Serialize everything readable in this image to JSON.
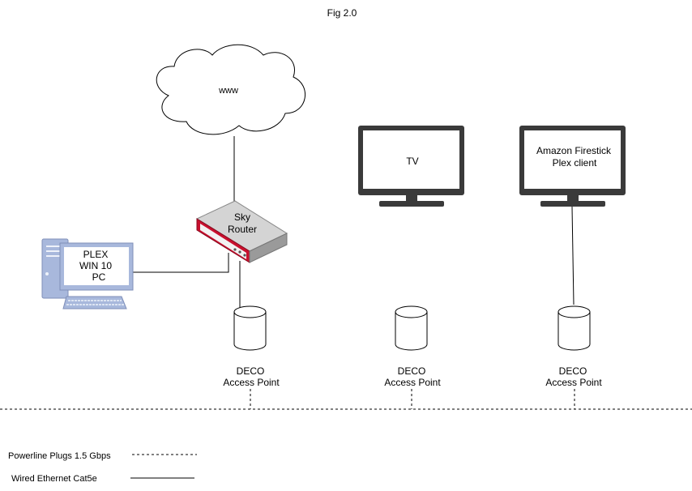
{
  "title": "Fig 2.0",
  "cloud": {
    "label": "www"
  },
  "router": {
    "line1": "Sky",
    "line2": "Router"
  },
  "pc": {
    "line1": "PLEX",
    "line2": "WIN 10",
    "line3": "PC"
  },
  "tv1": {
    "label": "TV"
  },
  "tv2": {
    "line1": "Amazon Firestick",
    "line2": "Plex client"
  },
  "decos": [
    {
      "line1": "DECO",
      "line2": "Access Point"
    },
    {
      "line1": "DECO",
      "line2": "Access Point"
    },
    {
      "line1": "DECO",
      "line2": "Access Point"
    }
  ],
  "legend": {
    "powerline": "Powerline Plugs 1.5 Gbps",
    "wired": "Wired Ethernet Cat5e"
  },
  "colors": {
    "router_red": "#c8102e",
    "device_blue": "#a8b8dc",
    "monitor_dark": "#3a3a3a"
  }
}
